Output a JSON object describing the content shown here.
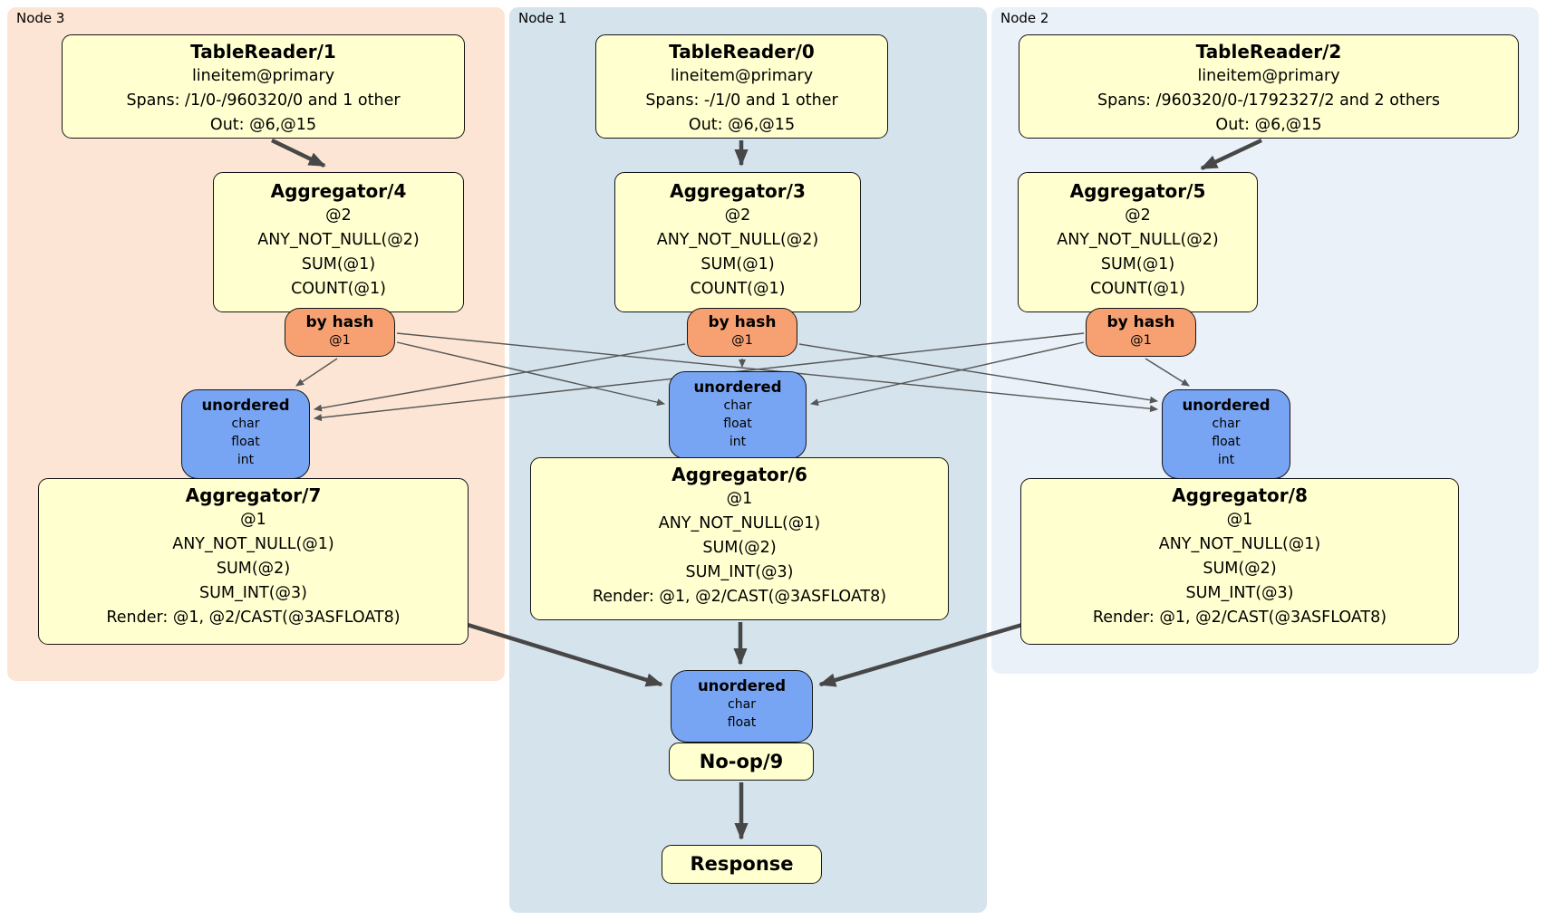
{
  "nodes": [
    {
      "id": "node3",
      "label": "Node 3"
    },
    {
      "id": "node1",
      "label": "Node 1"
    },
    {
      "id": "node2",
      "label": "Node 2"
    }
  ],
  "boxes": {
    "tr1": {
      "title": "TableReader/1",
      "lines": [
        "lineitem@primary",
        "Spans: /1/0-/960320/0 and 1 other",
        "Out: @6,@15"
      ]
    },
    "tr0": {
      "title": "TableReader/0",
      "lines": [
        "lineitem@primary",
        "Spans: -/1/0 and 1 other",
        "Out: @6,@15"
      ]
    },
    "tr2": {
      "title": "TableReader/2",
      "lines": [
        "lineitem@primary",
        "Spans: /960320/0-/1792327/2 and 2 others",
        "Out: @6,@15"
      ]
    },
    "agg4": {
      "title": "Aggregator/4",
      "lines": [
        "@2",
        "ANY_NOT_NULL(@2)",
        "SUM(@1)",
        "COUNT(@1)"
      ]
    },
    "agg3": {
      "title": "Aggregator/3",
      "lines": [
        "@2",
        "ANY_NOT_NULL(@2)",
        "SUM(@1)",
        "COUNT(@1)"
      ]
    },
    "agg5": {
      "title": "Aggregator/5",
      "lines": [
        "@2",
        "ANY_NOT_NULL(@2)",
        "SUM(@1)",
        "COUNT(@1)"
      ]
    },
    "agg7": {
      "title": "Aggregator/7",
      "lines": [
        "@1",
        "ANY_NOT_NULL(@1)",
        "SUM(@2)",
        "SUM_INT(@3)",
        "Render: @1, @2/CAST(@3ASFLOAT8)"
      ]
    },
    "agg6": {
      "title": "Aggregator/6",
      "lines": [
        "@1",
        "ANY_NOT_NULL(@1)",
        "SUM(@2)",
        "SUM_INT(@3)",
        "Render: @1, @2/CAST(@3ASFLOAT8)"
      ]
    },
    "agg8": {
      "title": "Aggregator/8",
      "lines": [
        "@1",
        "ANY_NOT_NULL(@1)",
        "SUM(@2)",
        "SUM_INT(@3)",
        "Render: @1, @2/CAST(@3ASFLOAT8)"
      ]
    },
    "noop": {
      "title": "No-op/9"
    },
    "response": {
      "title": "Response"
    }
  },
  "routers": {
    "byhash3": {
      "title": "by hash",
      "sub": "@1"
    },
    "byhash1": {
      "title": "by hash",
      "sub": "@1"
    },
    "byhash2": {
      "title": "by hash",
      "sub": "@1"
    }
  },
  "syncs": {
    "unordered3": {
      "title": "unordered",
      "items": [
        "char",
        "float",
        "int"
      ]
    },
    "unordered1": {
      "title": "unordered",
      "items": [
        "char",
        "float",
        "int"
      ]
    },
    "unordered2": {
      "title": "unordered",
      "items": [
        "char",
        "float",
        "int"
      ]
    },
    "unordered_final": {
      "title": "unordered",
      "items": [
        "char",
        "float"
      ]
    }
  },
  "colors": {
    "node3_bg": "#fce5d4",
    "node1_bg": "#d5e3ed",
    "node2_bg": "#eaf1f9",
    "operator_bg": "#ffffcf",
    "router_bg": "#f7a172",
    "sync_bg": "#78a5f3",
    "edge": "#474747"
  }
}
